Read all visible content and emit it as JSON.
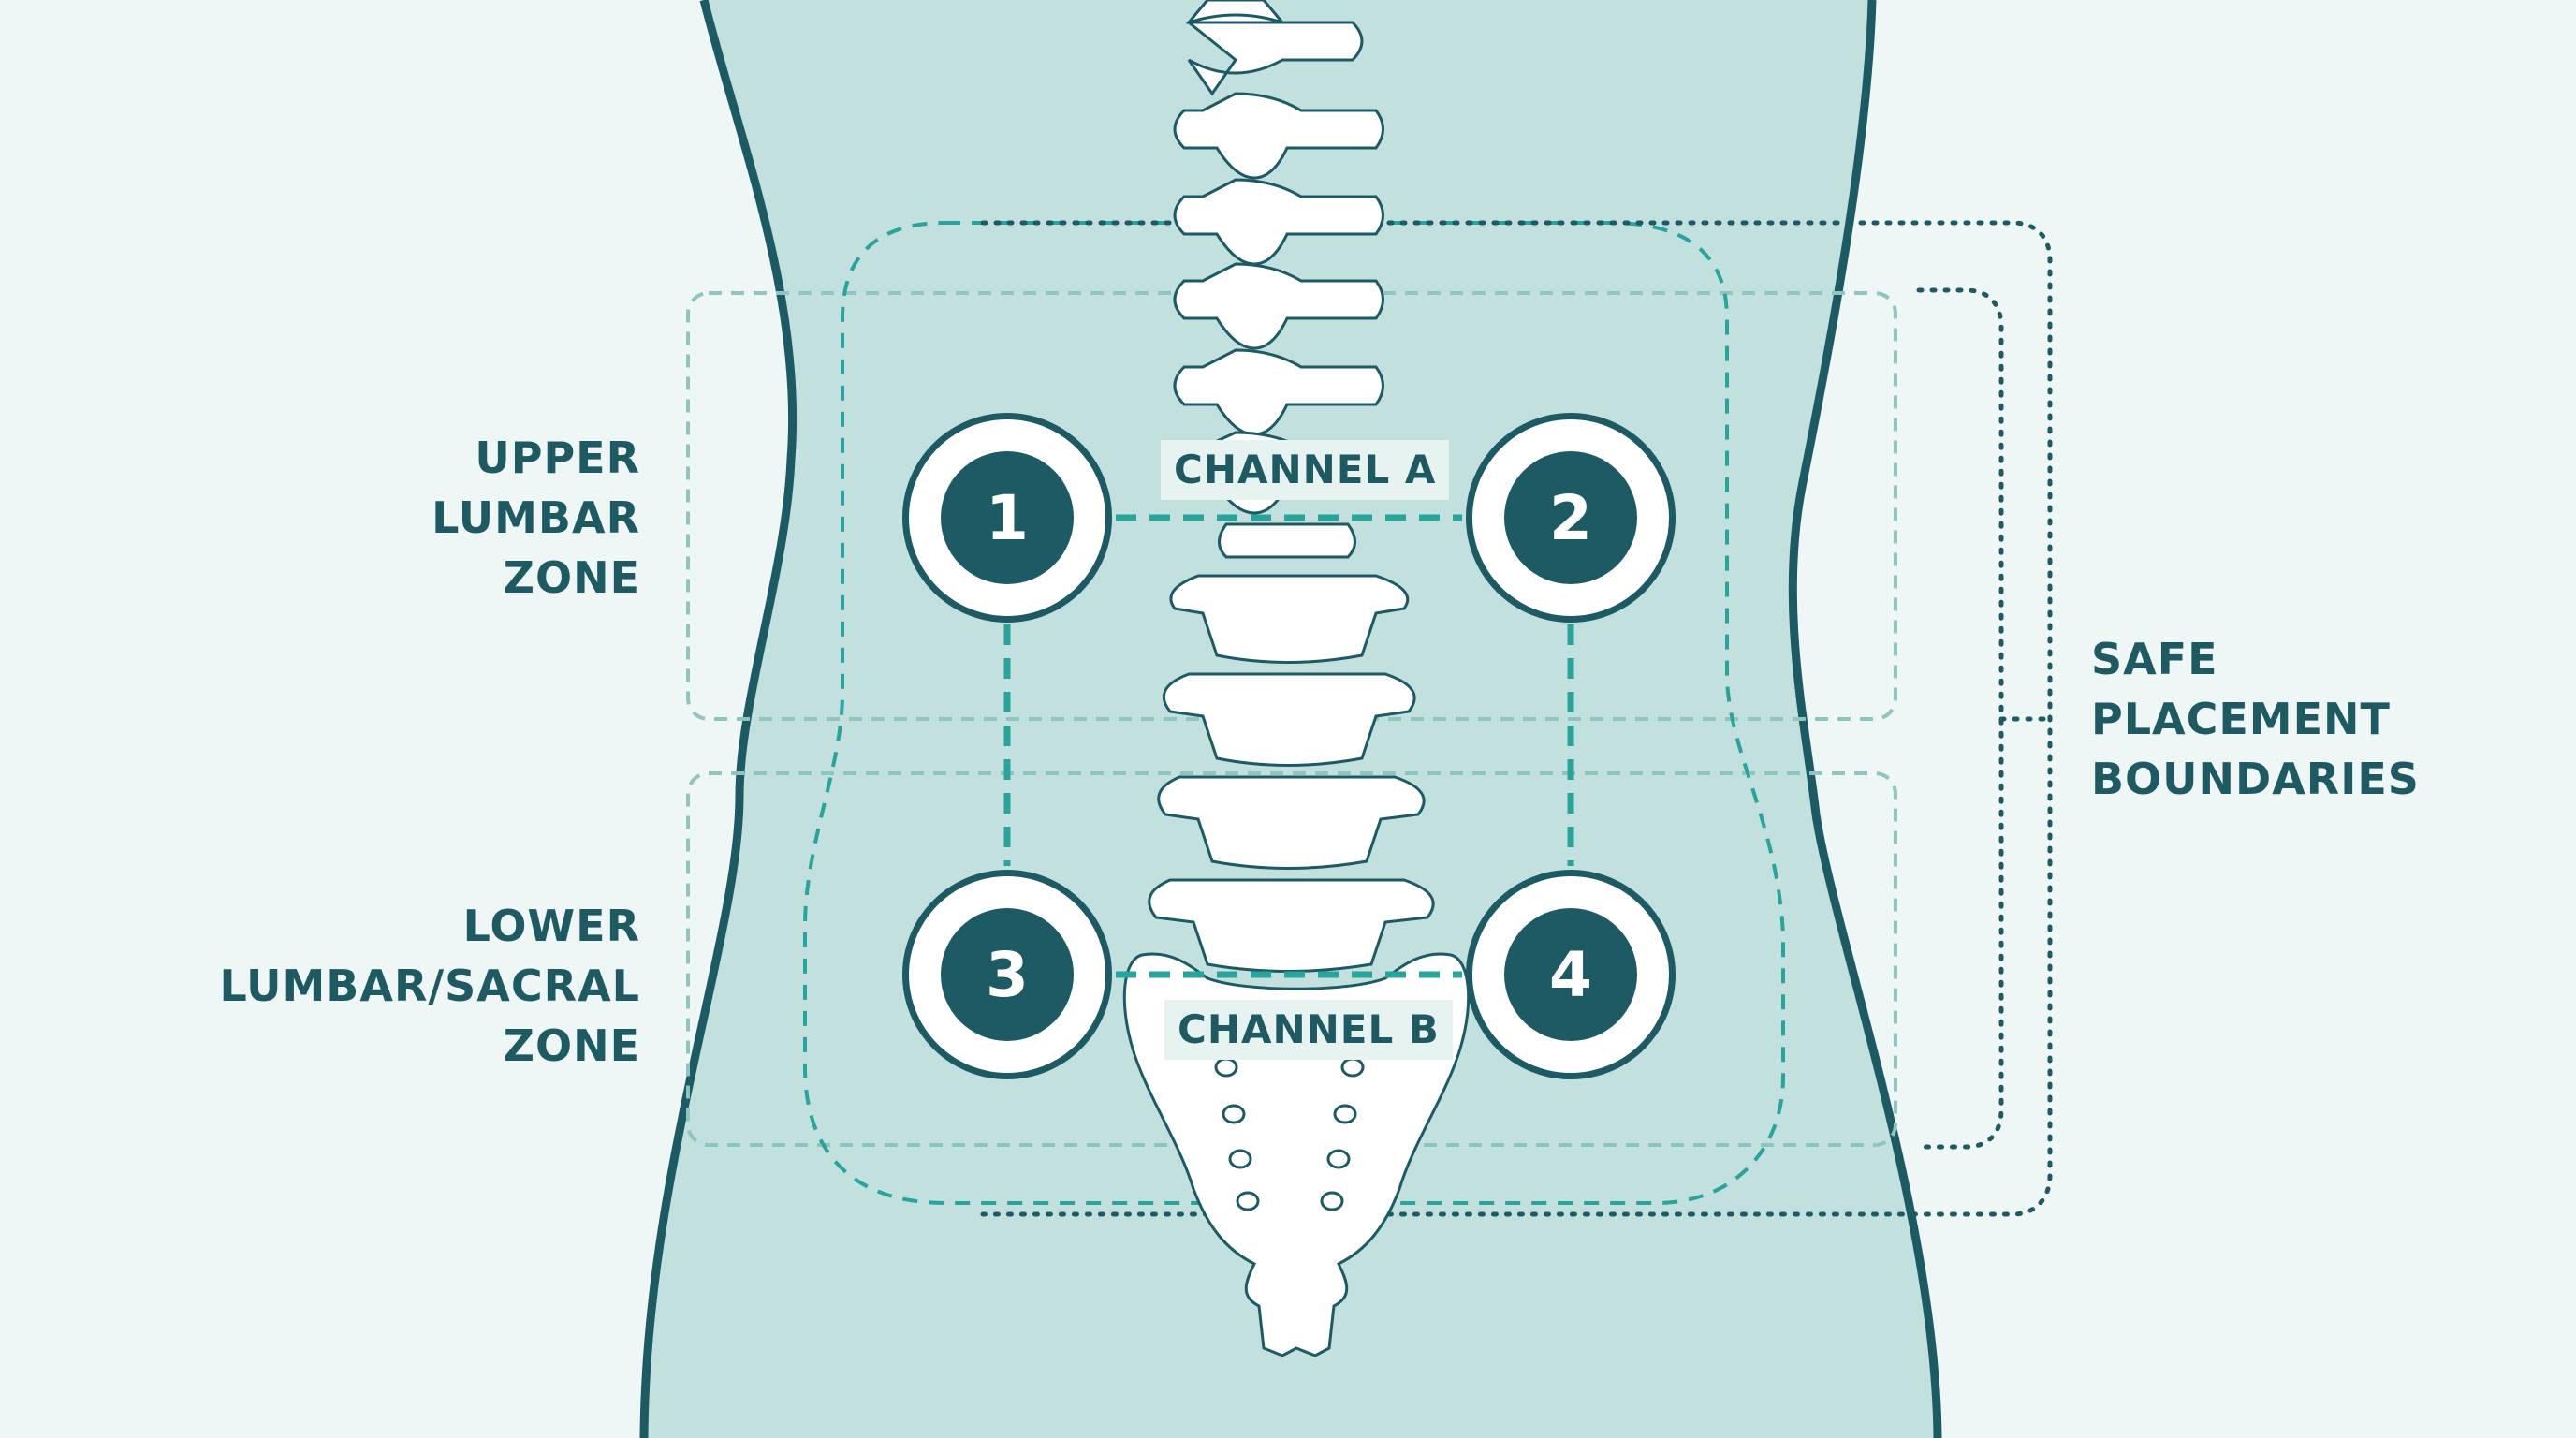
{
  "zones": {
    "upper": {
      "lines": [
        "UPPER",
        "LUMBAR",
        "ZONE"
      ]
    },
    "lower": {
      "lines": [
        "LOWER",
        "LUMBAR/SACRAL",
        "ZONE"
      ]
    }
  },
  "boundary": {
    "lines": [
      "SAFE",
      "PLACEMENT",
      "BOUNDARIES"
    ]
  },
  "channels": {
    "a": "CHANNEL A",
    "b": "CHANNEL B"
  },
  "electrodes": [
    {
      "number": "1",
      "channel": "a"
    },
    {
      "number": "2",
      "channel": "a"
    },
    {
      "number": "3",
      "channel": "b"
    },
    {
      "number": "4",
      "channel": "b"
    }
  ],
  "colors": {
    "background": "#eef7f6",
    "torso": "#c2e0de",
    "outline": "#1d5a63",
    "teal_accent": "#2aa39a",
    "bone": "#ffffff"
  }
}
